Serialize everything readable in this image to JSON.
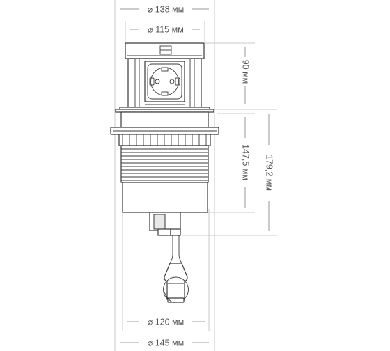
{
  "dimensions": {
    "top_outer": "⌀ 138 мм",
    "top_inner": "⌀ 115 мм",
    "height_top": "90 мм",
    "height_body": "147,5 мм",
    "height_total": "179,2 мм",
    "bottom_inner": "⌀ 120 мм",
    "bottom_outer": "⌀ 145 мм"
  },
  "colors": {
    "outline": "#3a3a3a",
    "dimension_line": "#9a9a9a",
    "extension_line": "#c8c8c8",
    "label": "#555555"
  }
}
